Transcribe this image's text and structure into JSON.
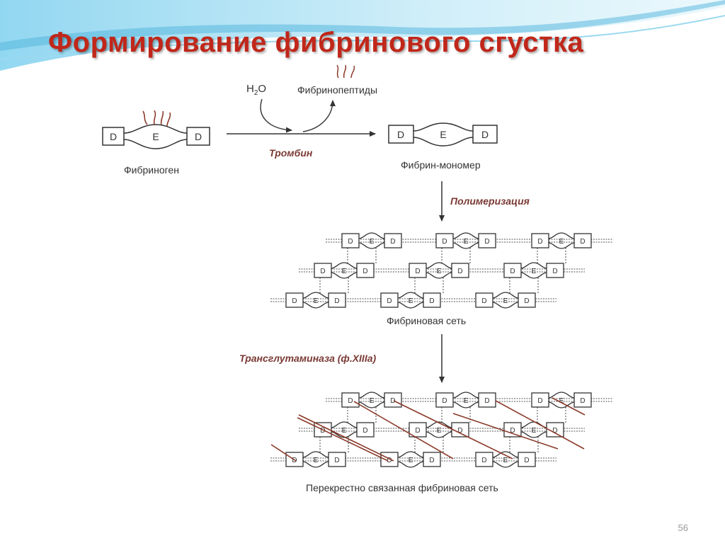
{
  "slide": {
    "title": "Формирование фибринового сгустка",
    "page_number": "56"
  },
  "diagram": {
    "water": "H2O",
    "fibrinopeptides": "Фибринопептиды",
    "fibrinogen": "Фибриноген",
    "thrombin": "Тромбин",
    "fibrin_monomer": "Фибрин-мономер",
    "polymerization": "Полимеризация",
    "fibrin_network": "Фибриновая сеть",
    "transglutaminase": "Трансглутаминаза (ф.XIIIa)",
    "crosslinked_network": "Перекрестно связанная фибриновая сеть",
    "domain_d": "D",
    "domain_e": "E"
  },
  "colors": {
    "title": "#c0271a",
    "enzyme_label": "#7a3a34",
    "crosslink": "#8b3a2a",
    "wave_top": "#6fc3e4"
  }
}
